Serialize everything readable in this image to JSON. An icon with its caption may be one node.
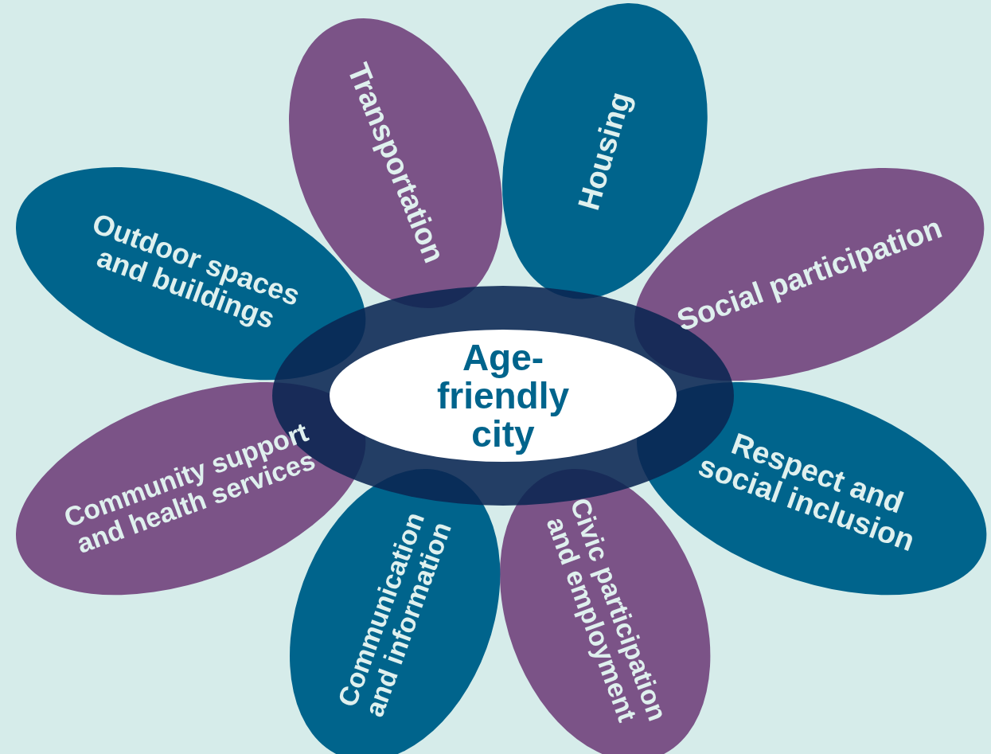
{
  "diagram": {
    "nodes": [
      {
        "text": [
          "Age-friendly city"
        ]
      },
      {
        "text": [
          "Transportation"
        ]
      },
      {
        "text": [
          "Housing"
        ]
      },
      {
        "text": [
          "Social participation"
        ]
      },
      {
        "text": [
          "Respect and social inclusion"
        ]
      },
      {
        "text": [
          "Civic participation and employment"
        ]
      },
      {
        "text": [
          "Communication and information"
        ]
      },
      {
        "text": [
          "Community support and health services"
        ]
      },
      {
        "text": [
          "Outdoor spaces and buildings"
        ]
      }
    ],
    "edges": []
  }
}
